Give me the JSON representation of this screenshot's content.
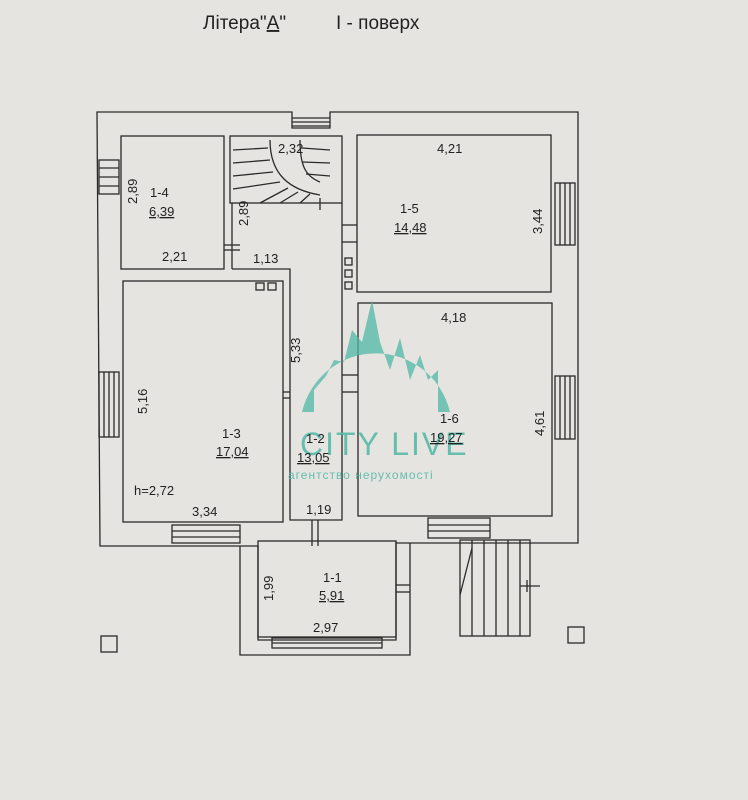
{
  "title": {
    "litera": "Літера\"",
    "litera_letter": "А",
    "litera_end": "\"",
    "floor": "І - поверх"
  },
  "rooms": [
    {
      "id": "1-4",
      "area": "6,39"
    },
    {
      "id": "1-5",
      "area": "14,48"
    },
    {
      "id": "1-3",
      "area": "17,04"
    },
    {
      "id": "1-2",
      "area": "13,05"
    },
    {
      "id": "1-6",
      "area": "19,27"
    },
    {
      "id": "1-1",
      "area": "5,91"
    }
  ],
  "dimensions": {
    "stair_width": "2,32",
    "r14_height": "2,89",
    "stair_height": "2,89",
    "r14_width": "2,21",
    "corridor_width": "1,13",
    "r15_width": "4,21",
    "r15_height": "3,44",
    "r16_width": "4,18",
    "r16_height": "4,61",
    "r13_height_side": "5,33",
    "r13_height": "5,16",
    "r13_width": "3,34",
    "r12_width": "1,19",
    "r11_height": "1,99",
    "r11_width": "2,97"
  },
  "ceiling_height": "h=2,72",
  "watermark": {
    "name": "CITY LIVE",
    "subtitle": "агентство нерухомості"
  },
  "colors": {
    "background": "#e6e4e1",
    "line": "#2a2a2a",
    "watermark": "#4fb8a4"
  }
}
